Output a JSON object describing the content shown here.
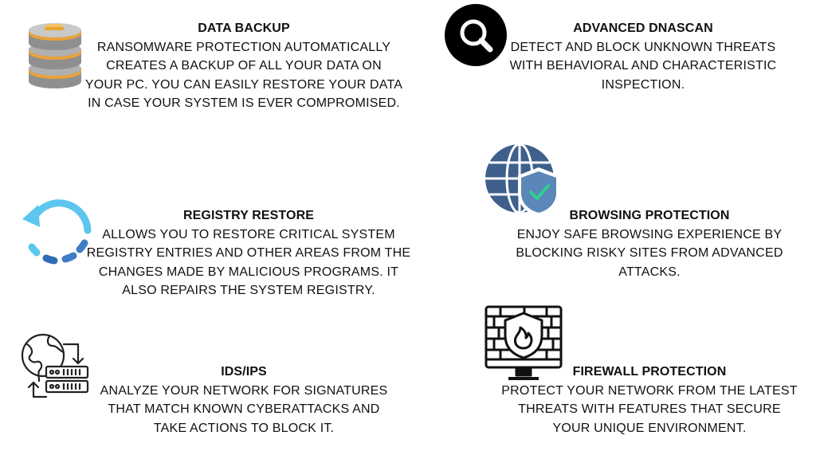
{
  "colors": {
    "text": "#111111",
    "accent_blue": "#35a9e0",
    "globe_blue": "#3f5f8c",
    "shield_blue": "#5b86b8",
    "check_green": "#2fcf8f",
    "db_gray": "#9a9a9a",
    "db_orange": "#e9a23b"
  },
  "features": [
    {
      "icon": "database-icon",
      "title": "DATA BACKUP",
      "lines": [
        "RANSOMWARE PROTECTION AUTOMATICALLY",
        "CREATES A BACKUP OF ALL YOUR DATA ON",
        "YOUR PC. YOU CAN EASILY RESTORE YOUR DATA",
        "IN CASE YOUR SYSTEM IS EVER COMPROMISED."
      ]
    },
    {
      "icon": "search-icon",
      "title": "ADVANCED DNASCAN",
      "lines": [
        "DETECT AND BLOCK UNKNOWN THREATS",
        "WITH BEHAVIORAL AND CHARACTERISTIC",
        "INSPECTION."
      ]
    },
    {
      "icon": "refresh-cycle-icon",
      "title": "REGISTRY RESTORE",
      "lines": [
        "ALLOWS YOU TO RESTORE CRITICAL SYSTEM",
        "REGISTRY ENTRIES AND OTHER AREAS FROM THE",
        "CHANGES MADE BY MALICIOUS PROGRAMS. IT",
        "ALSO REPAIRS THE SYSTEM REGISTRY."
      ]
    },
    {
      "icon": "globe-shield-icon",
      "title": "BROWSING PROTECTION",
      "lines": [
        "ENJOY SAFE BROWSING EXPERIENCE BY",
        "BLOCKING RISKY SITES FROM ADVANCED",
        "ATTACKS."
      ]
    },
    {
      "icon": "network-servers-icon",
      "title": "IDS/IPS",
      "lines": [
        "ANALYZE YOUR NETWORK FOR SIGNATURES",
        "THAT MATCH KNOWN CYBERATTACKS AND",
        "TAKE ACTIONS TO BLOCK IT."
      ]
    },
    {
      "icon": "firewall-monitor-icon",
      "title": "FIREWALL PROTECTION",
      "lines": [
        "PROTECT YOUR NETWORK FROM THE LATEST",
        "THREATS WITH FEATURES THAT SECURE",
        "YOUR UNIQUE ENVIRONMENT."
      ]
    }
  ]
}
